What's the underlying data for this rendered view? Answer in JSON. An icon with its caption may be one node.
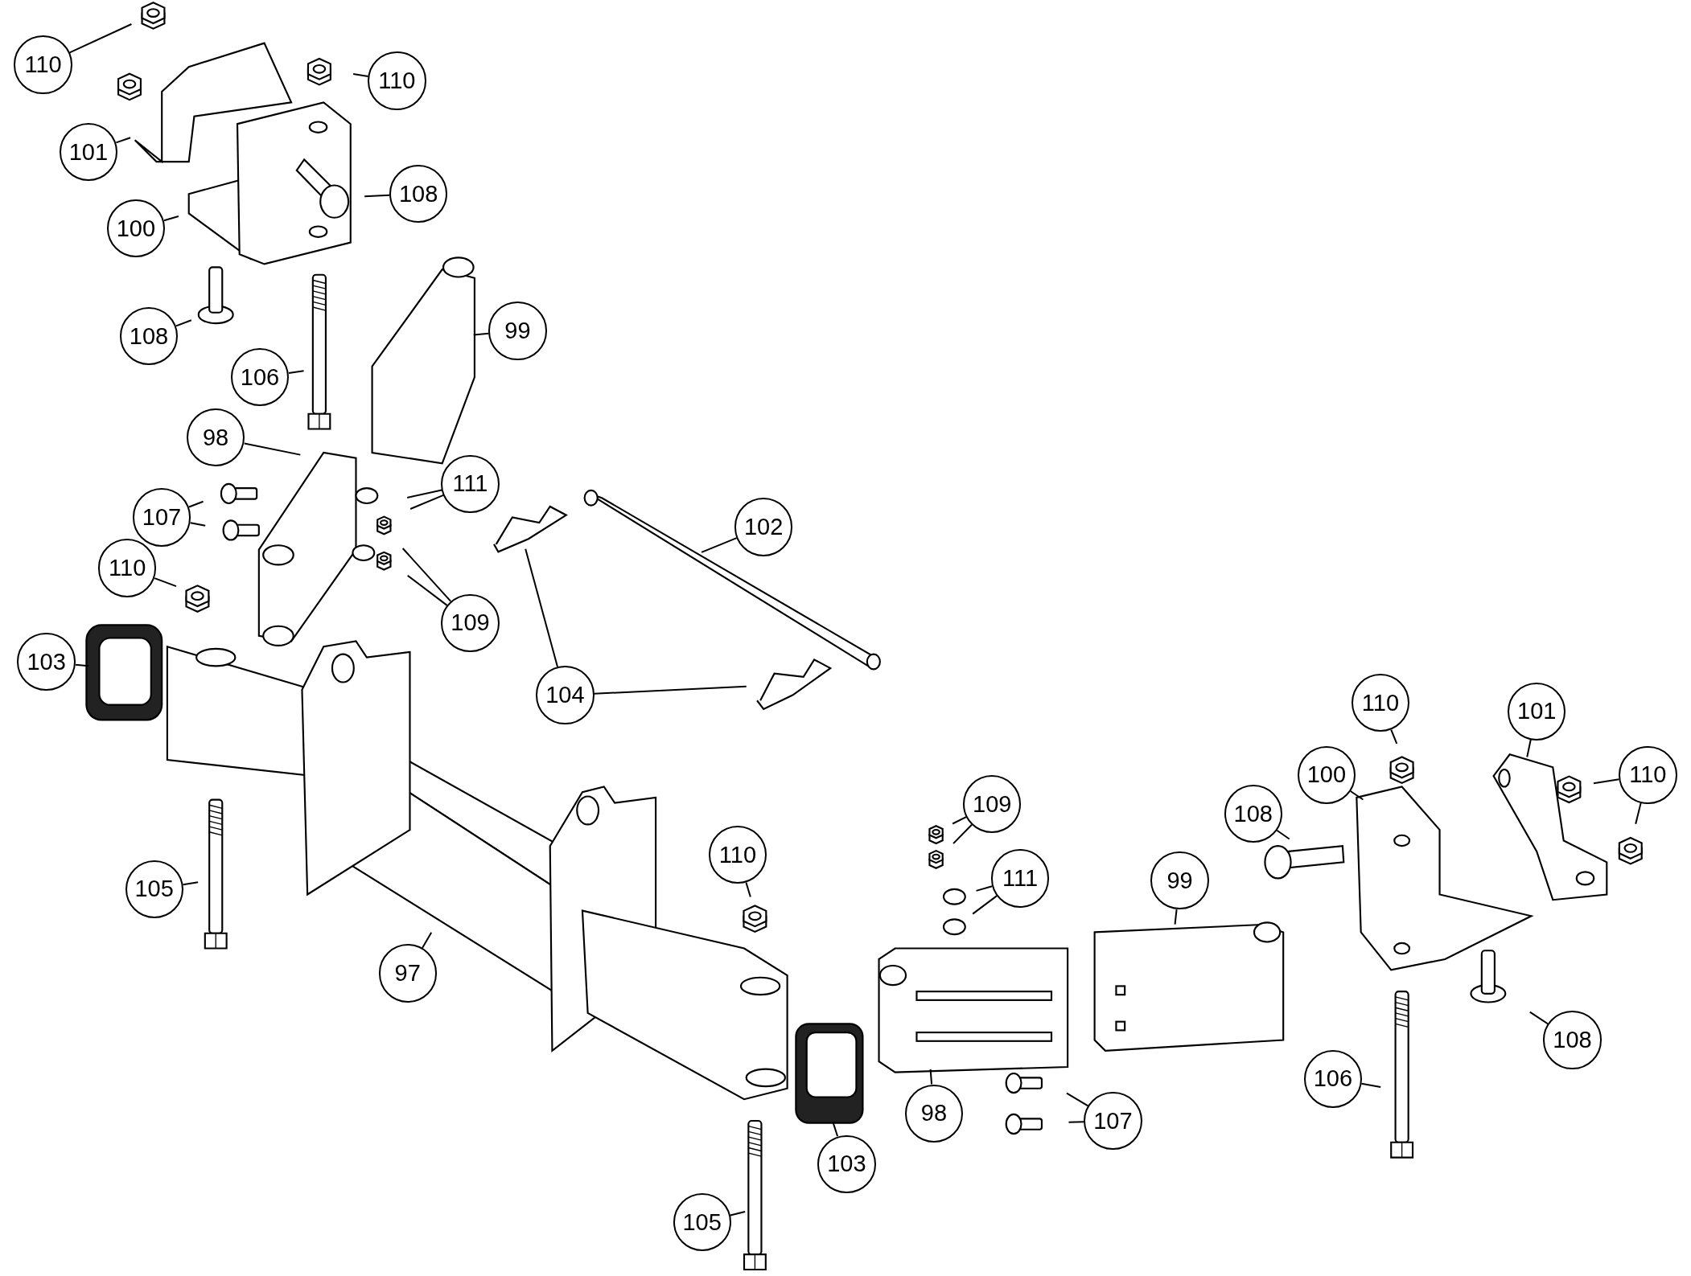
{
  "diagram": {
    "nodes": [
      {
        "text": [
          "110"
        ]
      },
      {
        "text": [
          "110"
        ]
      },
      {
        "text": [
          "101"
        ]
      },
      {
        "text": [
          "100"
        ]
      },
      {
        "text": [
          "108"
        ]
      },
      {
        "text": [
          "108"
        ]
      },
      {
        "text": [
          "106"
        ]
      },
      {
        "text": [
          "99"
        ]
      },
      {
        "text": [
          "98"
        ]
      },
      {
        "text": [
          "107"
        ]
      },
      {
        "text": [
          "111"
        ]
      },
      {
        "text": [
          "109"
        ]
      },
      {
        "text": [
          "110"
        ]
      },
      {
        "text": [
          "103"
        ]
      },
      {
        "text": [
          "102"
        ]
      },
      {
        "text": [
          "104"
        ]
      },
      {
        "text": [
          "105"
        ]
      },
      {
        "text": [
          "97"
        ]
      },
      {
        "text": [
          "110"
        ]
      },
      {
        "text": [
          "109"
        ]
      },
      {
        "text": [
          "111"
        ]
      },
      {
        "text": [
          "99"
        ]
      },
      {
        "text": [
          "108"
        ]
      },
      {
        "text": [
          "100"
        ]
      },
      {
        "text": [
          "110"
        ]
      },
      {
        "text": [
          "101"
        ]
      },
      {
        "text": [
          "110"
        ]
      },
      {
        "text": [
          "108"
        ]
      },
      {
        "text": [
          "98"
        ]
      },
      {
        "text": [
          "107"
        ]
      },
      {
        "text": [
          "106"
        ]
      },
      {
        "text": [
          "103"
        ]
      },
      {
        "text": [
          "105"
        ]
      }
    ],
    "edges": [
      {
        "from": 0,
        "to": null,
        "arrow": "none"
      },
      {
        "from": 1,
        "to": null,
        "arrow": "none"
      },
      {
        "from": 2,
        "to": null,
        "arrow": "none"
      },
      {
        "from": 3,
        "to": null,
        "arrow": "none"
      },
      {
        "from": 4,
        "to": null,
        "arrow": "none"
      },
      {
        "from": 5,
        "to": null,
        "arrow": "none"
      },
      {
        "from": 6,
        "to": null,
        "arrow": "none"
      },
      {
        "from": 7,
        "to": null,
        "arrow": "none"
      },
      {
        "from": 8,
        "to": null,
        "arrow": "none"
      },
      {
        "from": 9,
        "to": null,
        "arrow": "none"
      },
      {
        "from": 9,
        "to": null,
        "arrow": "none"
      },
      {
        "from": 10,
        "to": null,
        "arrow": "none"
      },
      {
        "from": 10,
        "to": null,
        "arrow": "none"
      },
      {
        "from": 11,
        "to": null,
        "arrow": "none"
      },
      {
        "from": 11,
        "to": null,
        "arrow": "none"
      },
      {
        "from": 12,
        "to": null,
        "arrow": "none"
      },
      {
        "from": 13,
        "to": null,
        "arrow": "none"
      },
      {
        "from": 14,
        "to": null,
        "arrow": "none"
      },
      {
        "from": 15,
        "to": null,
        "arrow": "none"
      },
      {
        "from": 15,
        "to": null,
        "arrow": "none"
      },
      {
        "from": 16,
        "to": null,
        "arrow": "none"
      },
      {
        "from": 17,
        "to": null,
        "arrow": "none"
      },
      {
        "from": 18,
        "to": null,
        "arrow": "none"
      },
      {
        "from": 19,
        "to": null,
        "arrow": "none"
      },
      {
        "from": 19,
        "to": null,
        "arrow": "none"
      },
      {
        "from": 20,
        "to": null,
        "arrow": "none"
      },
      {
        "from": 20,
        "to": null,
        "arrow": "none"
      },
      {
        "from": 21,
        "to": null,
        "arrow": "none"
      },
      {
        "from": 22,
        "to": null,
        "arrow": "none"
      },
      {
        "from": 23,
        "to": null,
        "arrow": "none"
      },
      {
        "from": 24,
        "to": null,
        "arrow": "none"
      },
      {
        "from": 25,
        "to": null,
        "arrow": "none"
      },
      {
        "from": 26,
        "to": null,
        "arrow": "none"
      },
      {
        "from": 26,
        "to": null,
        "arrow": "none"
      },
      {
        "from": 27,
        "to": null,
        "arrow": "none"
      },
      {
        "from": 28,
        "to": null,
        "arrow": "none"
      },
      {
        "from": 29,
        "to": null,
        "arrow": "none"
      },
      {
        "from": 29,
        "to": null,
        "arrow": "none"
      },
      {
        "from": 30,
        "to": null,
        "arrow": "none"
      },
      {
        "from": 31,
        "to": null,
        "arrow": "none"
      },
      {
        "from": 32,
        "to": null,
        "arrow": "none"
      }
    ]
  }
}
